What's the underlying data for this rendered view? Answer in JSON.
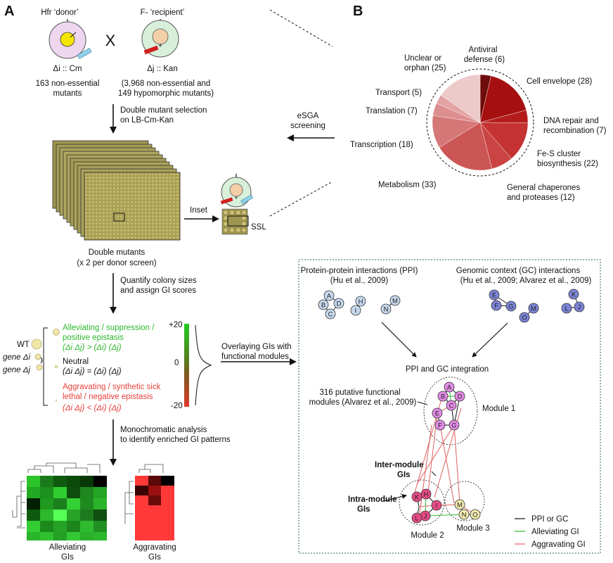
{
  "panels": {
    "a": "A",
    "b": "B"
  },
  "donor": {
    "title": "Hfr ‘donor’",
    "marker": "Δi :: Cm",
    "count": "163 non-essential",
    "count2": "mutants"
  },
  "cross": "X",
  "recipient": {
    "title": "F- ‘recipient’",
    "marker": "Δj :: Kan",
    "count": "(3,968 non-essential and",
    "count2": "149 hypomorphic mutants)"
  },
  "step_selection": {
    "line1": "Double mutant selection",
    "line2": "on LB-Cm-Kan"
  },
  "esga": {
    "line1": "eSGA",
    "line2": "screening"
  },
  "plates": {
    "caption1": "Double mutants",
    "caption2": "(x 2 per donor screen)",
    "inset": "Inset",
    "ssl": "SSL"
  },
  "step_quantify": {
    "line1": "Quantify colony sizes",
    "line2": "and assign GI scores"
  },
  "gi_scores": {
    "wt": "WT",
    "gene_i": "gene Δi",
    "gene_j": "gene Δj",
    "alleviating_l1": "Alleviating / suppression /",
    "alleviating_l2": "positive epistasis",
    "alleviating_eq": "(Δi Δj) > (Δi) (Δj)",
    "neutral_l1": "Neutral",
    "neutral_eq": "(Δi Δj) = (Δi) (Δj)",
    "aggravating_l1": "Aggravating / synthetic sick",
    "aggravating_l2": "lethal / negative epistasis",
    "aggravating_eq": "(Δi Δj) < (Δi) (Δj)",
    "scale_top": "+20",
    "scale_mid": "0",
    "scale_bottom": "-20",
    "colors": {
      "alleviating": "#2db82d",
      "aggravating": "#e8403a",
      "neutral": "#111111"
    }
  },
  "step_overlay": {
    "line1": "Overlaying GIs with",
    "line2": "functional modules"
  },
  "step_mono": {
    "line1": "Monochromatic analysis",
    "line2": "to identify enriched GI patterns"
  },
  "heatmaps": {
    "alleviating_label1": "Alleviating",
    "alleviating_label2": "GIs",
    "aggravating_label1": "Aggravating",
    "aggravating_label2": "GIs"
  },
  "chart_data": {
    "type": "pie",
    "title": "",
    "slices": [
      {
        "label": "Antiviral defense",
        "value": 6,
        "color": "#6e0b0b"
      },
      {
        "label": "Cell envelope",
        "value": 28,
        "color": "#a50f0f"
      },
      {
        "label": "DNA repair and recombination",
        "value": 7,
        "color": "#b41c1c"
      },
      {
        "label": "Fe-S cluster biosynthesis",
        "value": 22,
        "color": "#c43232"
      },
      {
        "label": "General chaperones and proteases",
        "value": 12,
        "color": "#cb4444"
      },
      {
        "label": "Metabolism",
        "value": 33,
        "color": "#cc5555"
      },
      {
        "label": "Transcription",
        "value": 18,
        "color": "#d67777"
      },
      {
        "label": "Translation",
        "value": 7,
        "color": "#dd8e8e"
      },
      {
        "label": "Transport",
        "value": 5,
        "color": "#e3a3a3"
      },
      {
        "label": "Unclear or orphan",
        "value": 25,
        "color": "#eccaca"
      }
    ]
  },
  "pie_labels": {
    "antiviral_1": "Antiviral",
    "antiviral_2": "defense (6)",
    "cell_envelope": "Cell envelope (28)",
    "dna_1": "DNA repair and",
    "dna_2": "recombination (7)",
    "fes_1": "Fe-S cluster",
    "fes_2": "biosynthesis (22)",
    "chap_1": "General chaperones",
    "chap_2": "and proteases (12)",
    "metabolism": "Metabolism (33)",
    "transcription": "Transcription (18)",
    "translation": "Translation (7)",
    "transport": "Transport (5)",
    "unclear_1": "Unclear or",
    "unclear_2": "orphan (25)"
  },
  "network": {
    "ppi_title": "Protein-protein interactions (PPI)",
    "ppi_ref": "(Hu et al., 2009)",
    "gc_title": "Genomic context (GC) interactions",
    "gc_ref": "(Hu et al., 2009; Alvarez et al., 2009)",
    "integration": "PPI and GC integration",
    "modules_1": "316 putative functional",
    "modules_2": "modules (Alvarez et al., 2009)",
    "module1": "Module 1",
    "module2": "Module 2",
    "module3": "Module 3",
    "inter_1": "Inter-module",
    "inter_2": "GIs",
    "intra_1": "Intra-module",
    "intra_2": "GIs",
    "legend_ppi": "PPI or GC",
    "legend_alleviating": "Alleviating GI",
    "legend_aggravating": "Aggravating GI",
    "nodes": {
      "a": "A",
      "b": "B",
      "c": "C",
      "d": "D",
      "e": "E",
      "f": "F",
      "g": "G",
      "h": "H",
      "i": "I",
      "j": "J",
      "k": "K",
      "l": "L",
      "m": "M",
      "n": "N",
      "o": "O"
    }
  }
}
